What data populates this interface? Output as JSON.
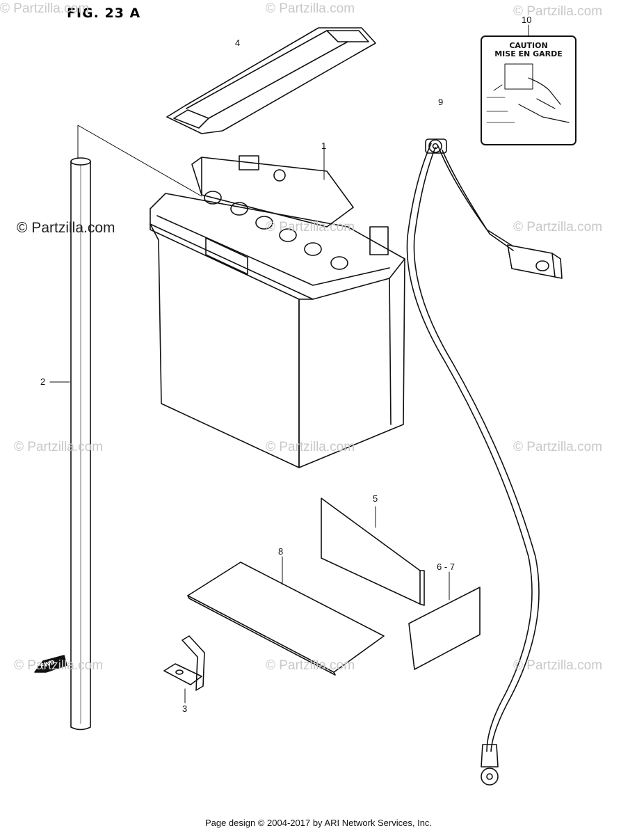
{
  "figure_title": "FIG. 23 A",
  "watermark_text": "© Partzilla.com",
  "footer_text": "Page design © 2004-2017 by ARI Network Services, Inc.",
  "caution_label": {
    "line1": "CAUTION",
    "line2": "MISE EN GARDE"
  },
  "fwd_arrow_text": "FWD",
  "callouts": [
    "1",
    "2",
    "3",
    "4",
    "5",
    "6 - 7",
    "8",
    "9",
    "10"
  ]
}
